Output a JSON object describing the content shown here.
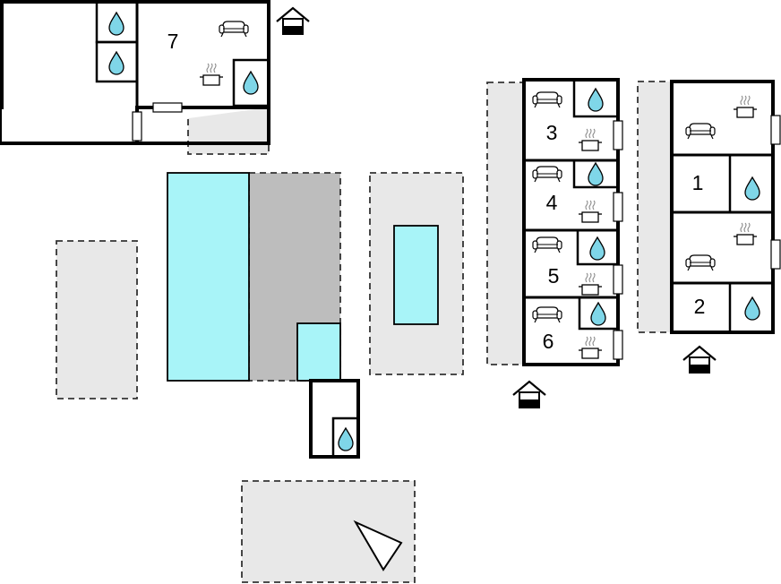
{
  "units": [
    {
      "id": "7",
      "label": "7"
    },
    {
      "id": "3",
      "label": "3"
    },
    {
      "id": "4",
      "label": "4"
    },
    {
      "id": "5",
      "label": "5"
    },
    {
      "id": "6",
      "label": "6"
    },
    {
      "id": "1",
      "label": "1"
    },
    {
      "id": "2",
      "label": "2"
    }
  ],
  "colors": {
    "wall": "#000000",
    "water": "#a8f4f8",
    "drop": "#7fd6e8",
    "terrace": "#e8e8e8",
    "paved": "#bdbdbd",
    "background": "#ffffff"
  },
  "icons": [
    "water-drop-icon",
    "sofa-icon",
    "cooking-pot-icon",
    "house-entrance-icon",
    "window-icon",
    "north-arrow-icon"
  ]
}
